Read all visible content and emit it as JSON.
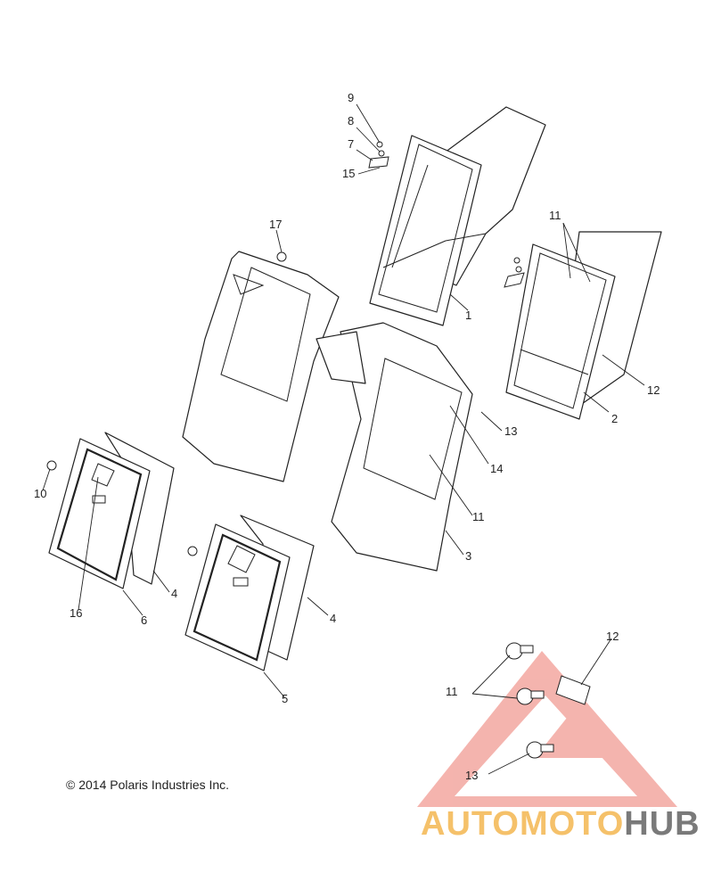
{
  "copyright": "© 2014 Polaris Industries Inc.",
  "watermark": {
    "word_colored": "AUTOMOTO",
    "word_gray": "HUB",
    "color_primary": "#f5c16a",
    "color_secondary": "#7a7a7a",
    "triangle_color": "#e8413b"
  },
  "callouts": {
    "c1": "1",
    "c2": "2",
    "c3": "3",
    "c4a": "4",
    "c4b": "4",
    "c5": "5",
    "c6": "6",
    "c7": "7",
    "c8": "8",
    "c9": "9",
    "c10": "10",
    "c11a": "11",
    "c11b": "11",
    "c11c": "11",
    "c12a": "12",
    "c12b": "12",
    "c13a": "13",
    "c13b": "13",
    "c14": "14",
    "c15": "15",
    "c16": "16",
    "c17": "17"
  }
}
